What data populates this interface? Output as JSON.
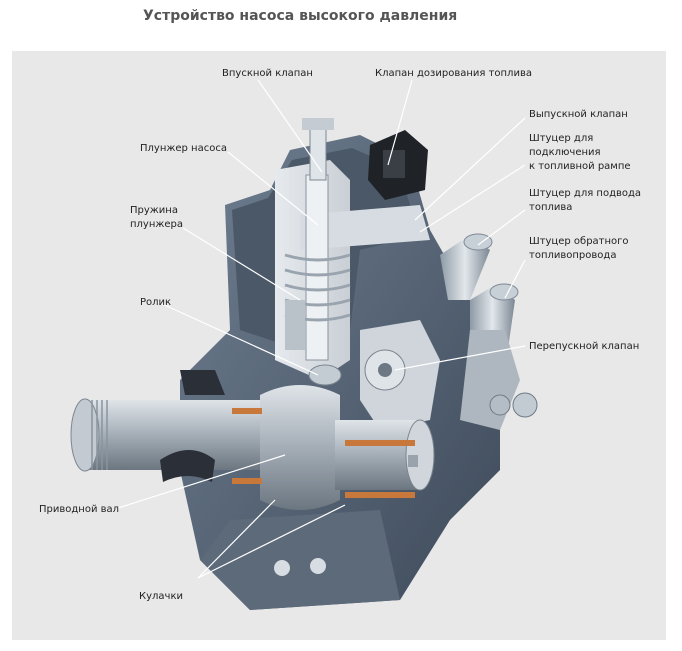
{
  "title": "Устройство насоса высокого давления",
  "labels": {
    "inlet_valve": "Впускной клапан",
    "metering_valve": "Клапан дозирования топлива",
    "outlet_valve": "Выпускной клапан",
    "rail_fitting": "Штуцер для\nподключения\nк топливной рампе",
    "supply_fitting": "Штуцер для подвода\nтоплива",
    "return_fitting": "Штуцер обратного\nтопливопровода",
    "bypass_valve": "Перепускной клапан",
    "plunger": "Плунжер насоса",
    "plunger_spring": "Пружина\nплунжера",
    "roller": "Ролик",
    "drive_shaft": "Приводной вал",
    "cams": "Кулачки"
  },
  "colors": {
    "panel": "#e8e8e8",
    "housing": "#5a6a7c",
    "housing_dark": "#3a4656",
    "shaft": "#b8c0c8",
    "copper": "#c8783a",
    "leader": "#ffffff"
  }
}
